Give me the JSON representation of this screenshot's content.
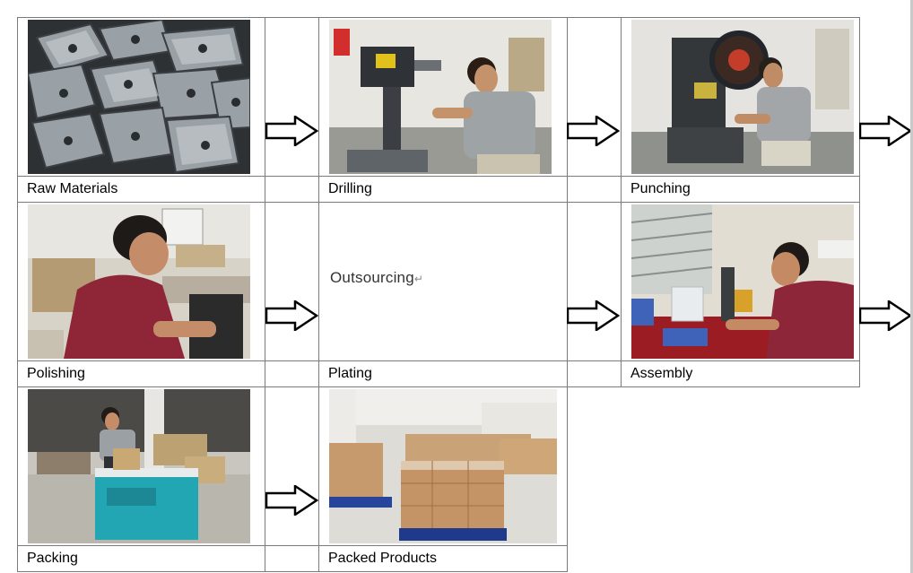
{
  "steps": {
    "raw_materials": "Raw Materials",
    "drilling": "Drilling",
    "punching": "Punching",
    "polishing": "Polishing",
    "plating": "Plating",
    "assembly": "Assembly",
    "packing": "Packing",
    "packed_products": "Packed Products"
  },
  "plating_note": "Outsourcing",
  "plating_note_mark": "↵",
  "icons": {
    "arrow": "right-arrow-icon"
  },
  "colors": {
    "border": "#7a7a7a",
    "text": "#000000"
  }
}
